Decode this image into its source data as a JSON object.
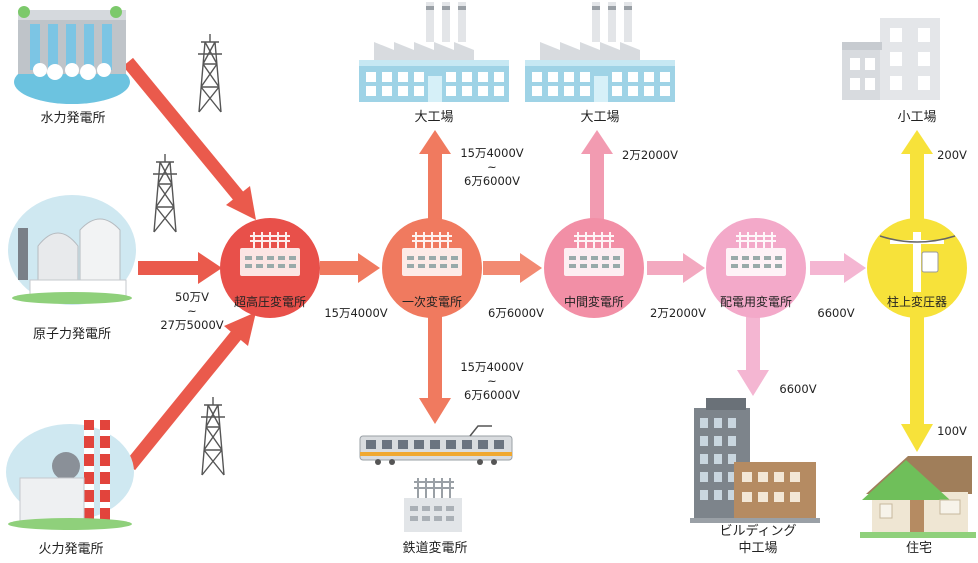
{
  "sources": {
    "hydro": "水力発電所",
    "nuclear": "原子力発電所",
    "thermal": "火力発電所"
  },
  "source_voltage": {
    "top": "50万V",
    "tilde": "~",
    "bottom": "27万5000V"
  },
  "substations": {
    "ultra_high": "超高圧変電所",
    "primary": "一次変電所",
    "intermediate": "中間変電所",
    "distribution": "配電用変電所",
    "pole_transformer": "柱上変圧器"
  },
  "main_voltages": {
    "ultra_to_primary": "15万4000V",
    "primary_to_intermediate": "6万6000V",
    "intermediate_to_distribution": "2万2000V",
    "distribution_to_pole": "6600V"
  },
  "branch_voltages": {
    "primary_up_top": "15万4000V",
    "primary_up_tilde": "~",
    "primary_up_bottom": "6万6000V",
    "primary_down_top": "15万4000V",
    "primary_down_tilde": "~",
    "primary_down_bottom": "6万6000V",
    "intermediate_up": "2万2000V",
    "distribution_down": "6600V",
    "pole_up": "200V",
    "pole_down": "100V"
  },
  "consumers": {
    "large_factory_1": "大工場",
    "large_factory_2": "大工場",
    "small_factory": "小工場",
    "railway": "鉄道変電所",
    "building_line1": "ビルディング",
    "building_line2": "中工場",
    "house": "住宅"
  },
  "colors": {
    "ultra_high": "#e8504a",
    "primary": "#f07a5f",
    "intermediate": "#f28fa6",
    "distribution": "#f3a9c9",
    "pole": "#f7e23a",
    "arrow_red": "#ea5a4c",
    "arrow_pink": "#f29bb1",
    "arrow_lightpink": "#f2b2cf",
    "arrow_yellow": "#f7e23a"
  }
}
